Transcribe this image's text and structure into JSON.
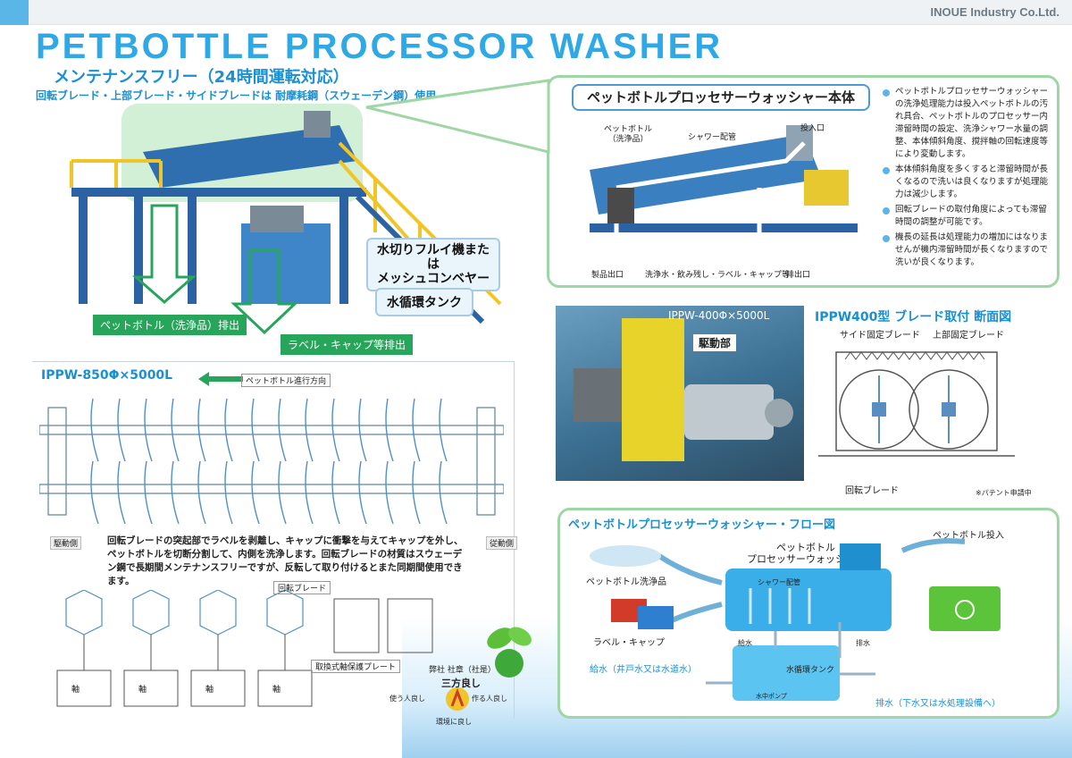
{
  "header": {
    "company": "INOUE Industry Co.Ltd."
  },
  "title": "PETBOTTLE PROCESSOR WASHER",
  "subtitle": "メンテナンスフリー（24時間運転対応）",
  "subline": "回転ブレード・上部ブレード・サイドブレードは 耐摩耗鋼（スウェーデン鋼）使用",
  "machine_photo": {
    "callout_dewater": [
      "水切りフルイ機または",
      "メッシュコンベヤー"
    ],
    "callout_tank": "水循環タンク",
    "tag_bottle_out": "ペットボトル（洗浄品）排出",
    "tag_label_out": "ラベル・キャップ等排出"
  },
  "body_panel": {
    "title": "ペットボトルプロッセサーウォッシャー本体",
    "labels": {
      "bottle": [
        "ペットボトル",
        "（洗浄品）"
      ],
      "shower": "シャワー配管",
      "inlet": "投入口",
      "product_out": "製品出口",
      "wash_water": "洗浄水・飲み残し・ラベル・キャップ等",
      "drain_out": "排出口"
    },
    "bullets": [
      "ペットボトルプロッセサーウォッシャーの洗浄処理能力は投入ペットボトルの汚れ具合、ペットボトルのプロセッサー内滞留時間の設定、洗浄シャワー水量の調整、本体傾斜角度、撹拌軸の回転速度等により変動します。",
      "本体傾斜角度を多くすると滞留時間が長くなるので洗いは良くなりますが処理能力は減少します。",
      "回転ブレードの取付角度によっても滞留時間の調整が可能です。",
      "機長の延長は処理能力の増加にはなりませんが機内滞留時間が長くなりますので洗いが良くなります。"
    ]
  },
  "drive_photo": {
    "model": "IPPW-400Φ×5000L",
    "label": "駆動部"
  },
  "blade_section": {
    "title": "IPPW400型 ブレード取付 断面図",
    "side_blade": "サイド固定ブレード",
    "top_blade": "上部固定ブレード",
    "rotor_blade": "回転ブレード",
    "patent": "※パテント申請中"
  },
  "shaft_diagram": {
    "model": "IPPW-850Φ×5000L",
    "direction": "ペットボトル進行方向",
    "drive_side": "駆動側",
    "driven_side": "従動側",
    "description": "回転ブレードの突起部でラベルを剥離し、キャップに衝撃を与えてキャップを外し、ペットボトルを切断分割して、内側を洗浄します。回転ブレードの材質はスウェーデン鋼で長期間メンテナンスフリーですが、反転して取り付けるとまた同期間使用できます。",
    "rotor_blade": "回転ブレード",
    "guard_plate": "取換式軸保護プレート",
    "shaft": "軸"
  },
  "sanpo": {
    "line1": "弊社 社章（社是）",
    "line2": "三方良し",
    "left": "使う人良し",
    "right": "作る人良し",
    "bottom": "環境に良し"
  },
  "flow": {
    "title": "ペットボトルプロセッサーウォッシャー・フロー図",
    "machine_name": [
      "ペットボトル",
      "プロセッサーウォッシャー"
    ],
    "input": "ペットボトル投入",
    "washed": "ペットボトル洗浄品",
    "labels_caps": "ラベル・キャップ",
    "shower": "シャワー配管",
    "feed": "給水",
    "drain": "排水",
    "tank": "水循環タンク",
    "pump": "水中ポンプ",
    "water_supply": "給水（井戸水又は水道水）",
    "water_out": "排水（下水又は水処理設備へ）"
  },
  "colors": {
    "accent_blue": "#2fa8e6",
    "accent_green": "#27a55a",
    "panel_border": "#9fd6a6"
  }
}
